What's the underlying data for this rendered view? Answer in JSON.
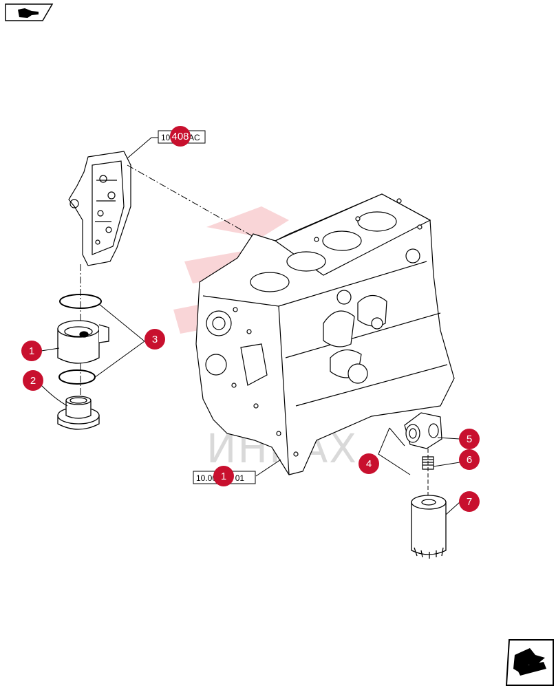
{
  "diagram": {
    "reference_labels": [
      {
        "id": "ref-top",
        "text": "10.408.AC",
        "badge": "408"
      },
      {
        "id": "ref-bottom",
        "text": "10.001.ab 01",
        "badge": "1"
      }
    ],
    "callouts": [
      "1",
      "2",
      "3",
      "4",
      "5",
      "6",
      "7"
    ],
    "watermark": "ИНПАХ",
    "colors": {
      "callout": "#c8102e",
      "line": "#000000",
      "watermark": "#e6434d"
    }
  },
  "navigation": {
    "prev_icon": "hand-pointing-icon",
    "next_icon": "arrow-next-icon"
  }
}
